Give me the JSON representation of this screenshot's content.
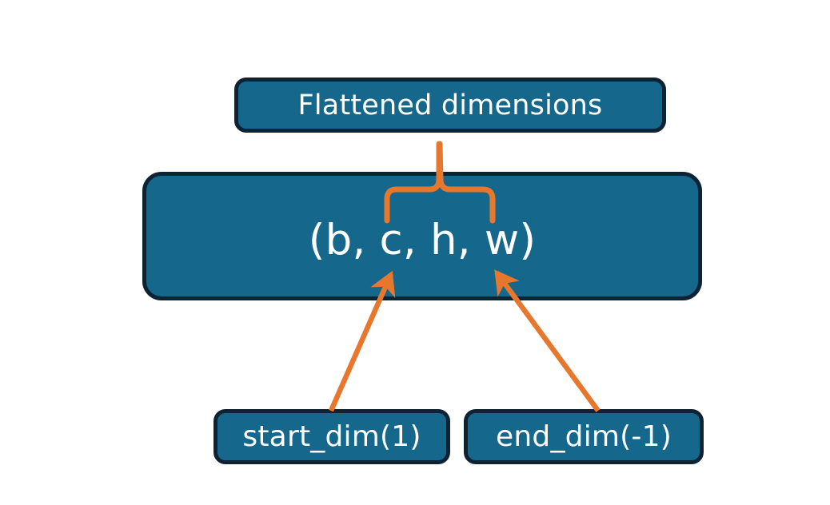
{
  "diagram": {
    "title": "flatten-dimensions-diagram",
    "type": "annotated-shape-diagram",
    "background_color": "#ffffff",
    "node_fill_color": "#15688c",
    "node_border_color": "#0d2233",
    "node_text_color": "#ffffff",
    "annotation_color": "#e8772e",
    "nodes": [
      {
        "id": "flattened-dimensions",
        "label": "Flattened dimensions",
        "role": "caption-box"
      },
      {
        "id": "shape-tuple",
        "label": "(b, c, h, w)",
        "role": "tensor-shape-box"
      },
      {
        "id": "start-dim",
        "label": "start_dim(1)",
        "role": "argument-box"
      },
      {
        "id": "end-dim",
        "label": "end_dim(-1)",
        "role": "argument-box"
      }
    ],
    "connectors": [
      {
        "id": "brace-flattened-span",
        "kind": "curly-brace",
        "from": "shape-tuple",
        "to": "flattened-dimensions",
        "spans": "c, h, w"
      },
      {
        "id": "arrow-start-dim",
        "kind": "arrow",
        "from": "start-dim",
        "to": "shape-tuple",
        "points_at": "c"
      },
      {
        "id": "arrow-end-dim",
        "kind": "arrow",
        "from": "end-dim",
        "to": "shape-tuple",
        "points_at": "w"
      }
    ]
  }
}
